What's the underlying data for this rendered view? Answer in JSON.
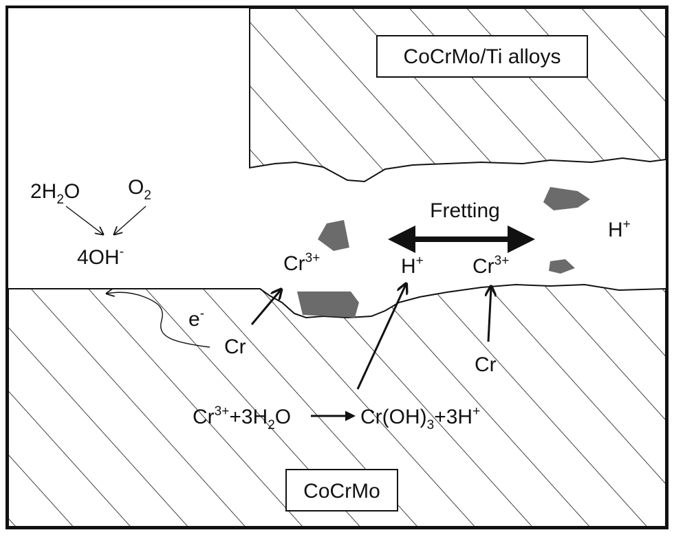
{
  "labels": {
    "top_alloy": "CoCrMo/Ti alloys",
    "bottom_alloy": "CoCrMo",
    "fretting": "Fretting",
    "water": {
      "coef": "2H",
      "sub": "2",
      "tail": "O"
    },
    "oxygen": {
      "base": "O",
      "sub": "2"
    },
    "hydroxide": {
      "base": "4OH",
      "sup": "-"
    },
    "electron": {
      "base": "e",
      "sup": "-"
    },
    "cr_ion_left": {
      "base": "Cr",
      "sup": "3+"
    },
    "cr_ion_mid": {
      "base": "Cr",
      "sup": "3+"
    },
    "h_ion_mid": {
      "base": "H",
      "sup": "+"
    },
    "h_ion_right": {
      "base": "H",
      "sup": "+"
    },
    "cr_left": "Cr",
    "cr_right": "Cr",
    "reaction": {
      "r1": "Cr",
      "r1_sup": "3+",
      "r2": "+3H",
      "r2_sub": "2",
      "r3": "O",
      "p1": "Cr(OH)",
      "p1_sub": "3",
      "p2": "+3H",
      "p2_sup": "+"
    }
  },
  "colors": {
    "debris": "#6b6b6b",
    "line": "#111111",
    "background": "#ffffff"
  }
}
